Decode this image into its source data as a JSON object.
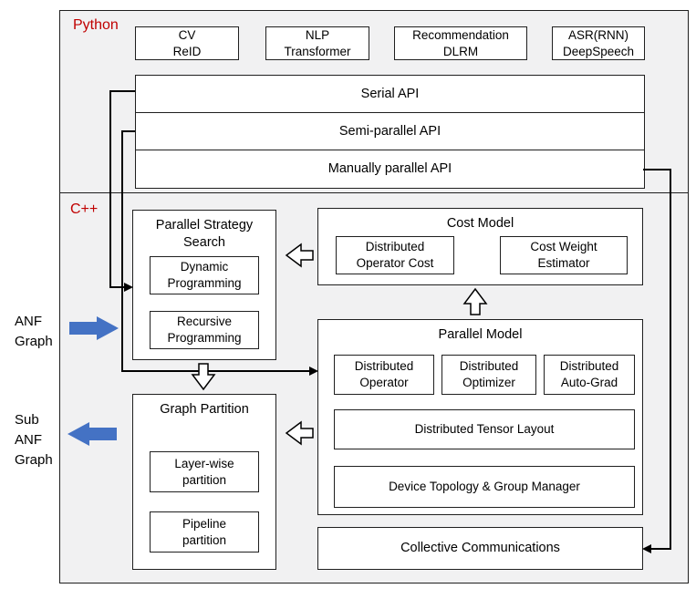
{
  "colors": {
    "section_label": "#c00000",
    "blue_arrow": "#4472c4",
    "panel_bg": "#f1f1f2",
    "box_bg": "#ffffff",
    "border": "#1f1f1f"
  },
  "python_section": {
    "label": "Python",
    "apps": [
      "CV\nReID",
      "NLP\nTransformer",
      "Recommendation\nDLRM",
      "ASR(RNN)\nDeepSpeech"
    ],
    "apis": [
      "Serial API",
      "Semi-parallel API",
      "Manually parallel API"
    ]
  },
  "cpp_section": {
    "label": "C++",
    "parallel_strategy_search": {
      "title": "Parallel Strategy\nSearch",
      "items": [
        "Dynamic\nProgramming",
        "Recursive\nProgramming"
      ]
    },
    "cost_model": {
      "title": "Cost Model",
      "items": [
        "Distributed\nOperator Cost",
        "Cost Weight\nEstimator"
      ]
    },
    "parallel_model": {
      "title": "Parallel Model",
      "items": [
        "Distributed\nOperator",
        "Distributed\nOptimizer",
        "Distributed\nAuto-Grad"
      ],
      "wide_items": [
        "Distributed Tensor Layout",
        "Device Topology & Group Manager"
      ]
    },
    "graph_partition": {
      "title": "Graph Partition",
      "items": [
        "Layer-wise\npartition",
        "Pipeline\npartition"
      ]
    },
    "collective_communications": "Collective Communications"
  },
  "side_labels": {
    "input": "ANF\nGraph",
    "output": "Sub\nANF\nGraph"
  }
}
